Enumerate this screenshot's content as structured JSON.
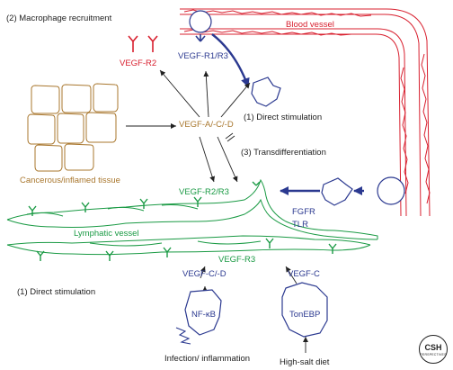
{
  "labels": {
    "macrophage_recruitment": "(2) Macrophage recruitment",
    "blood_vessel": "Blood vessel",
    "vegf_r2_top": "VEGF-R2",
    "vegf_r1_r3": "VEGF-R1/R3",
    "direct_stimulation_top": "(1) Direct stimulation",
    "vegf_acd": "VEGF-A/-C/-D",
    "cancerous_tissue": "Cancerous/inflamed tissue",
    "transdifferentiation": "(3) Transdifferentiation",
    "vegf_r2_r3": "VEGF-R2/R3",
    "fgfr": "FGFR",
    "tlr": "TLR",
    "lymphatic_vessel": "Lymphatic vessel",
    "vegf_r3": "VEGF-R3",
    "vegf_cd": "VEGF-C/-D",
    "vegf_c": "VEGF-C",
    "direct_stimulation_bottom": "(1) Direct stimulation",
    "nf_kb": "NF-κB",
    "tonebp": "TonEBP",
    "infection": "Infection/ inflammation",
    "high_salt": "High-salt diet"
  },
  "logo": {
    "main": "CSH",
    "sub": "PERSPECTIVES"
  },
  "colors": {
    "blood": "#d8202f",
    "lymph": "#1a9a44",
    "macrophage": "#2b3990",
    "tissue": "#a9772e",
    "text": "#222222"
  }
}
